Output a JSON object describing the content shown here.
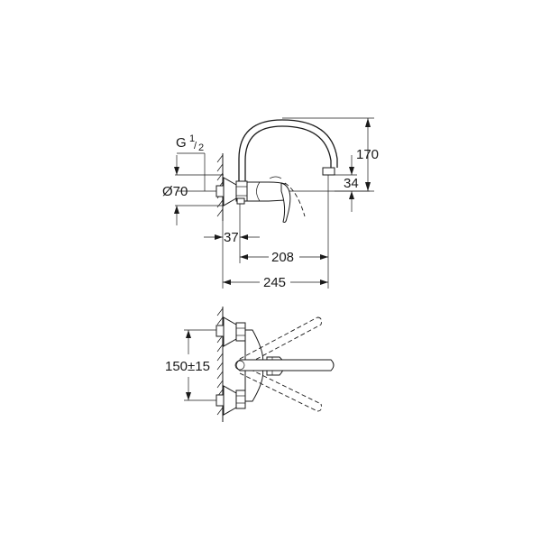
{
  "drawing": {
    "type": "technical-dimension-drawing",
    "subject": "wall-mounted single-lever sink mixer",
    "colors": {
      "line": "#1a1a1a",
      "background": "#ffffff"
    }
  },
  "side_view": {
    "dimensions": {
      "thread_label_main": "G",
      "thread_label_num": "1",
      "thread_label_den": "2",
      "flange_diameter": "Ø70",
      "spout_height": "170",
      "outlet_height": "34",
      "wall_to_body": "37",
      "body_to_outlet": "208",
      "overall_projection": "245"
    }
  },
  "top_view": {
    "dimensions": {
      "connection_centers": "150±15"
    }
  }
}
